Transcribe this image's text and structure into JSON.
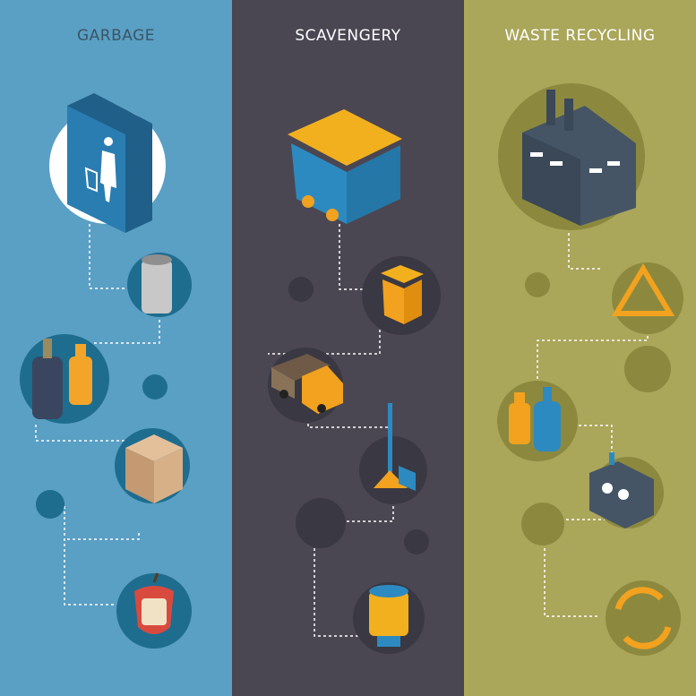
{
  "panels": [
    {
      "title": "GARBAGE",
      "bg": "#5a9fc4"
    },
    {
      "title": "SCAVENGERY",
      "bg": "#4a4753"
    },
    {
      "title": "WASTE RECYCLING",
      "bg": "#aaa65a"
    }
  ],
  "icons": {
    "garbage": [
      "trash-sign-icon",
      "can-icon",
      "bottles-icon",
      "box-icon",
      "apple-core-icon"
    ],
    "scavengery": [
      "dumpster-icon",
      "bin-icon",
      "garbage-truck-icon",
      "broom-dustpan-icon",
      "barrel-icon"
    ],
    "recycling": [
      "factory-icon",
      "recycle-icon",
      "bottles-icon",
      "machine-icon",
      "recycle-arrows-icon"
    ]
  }
}
